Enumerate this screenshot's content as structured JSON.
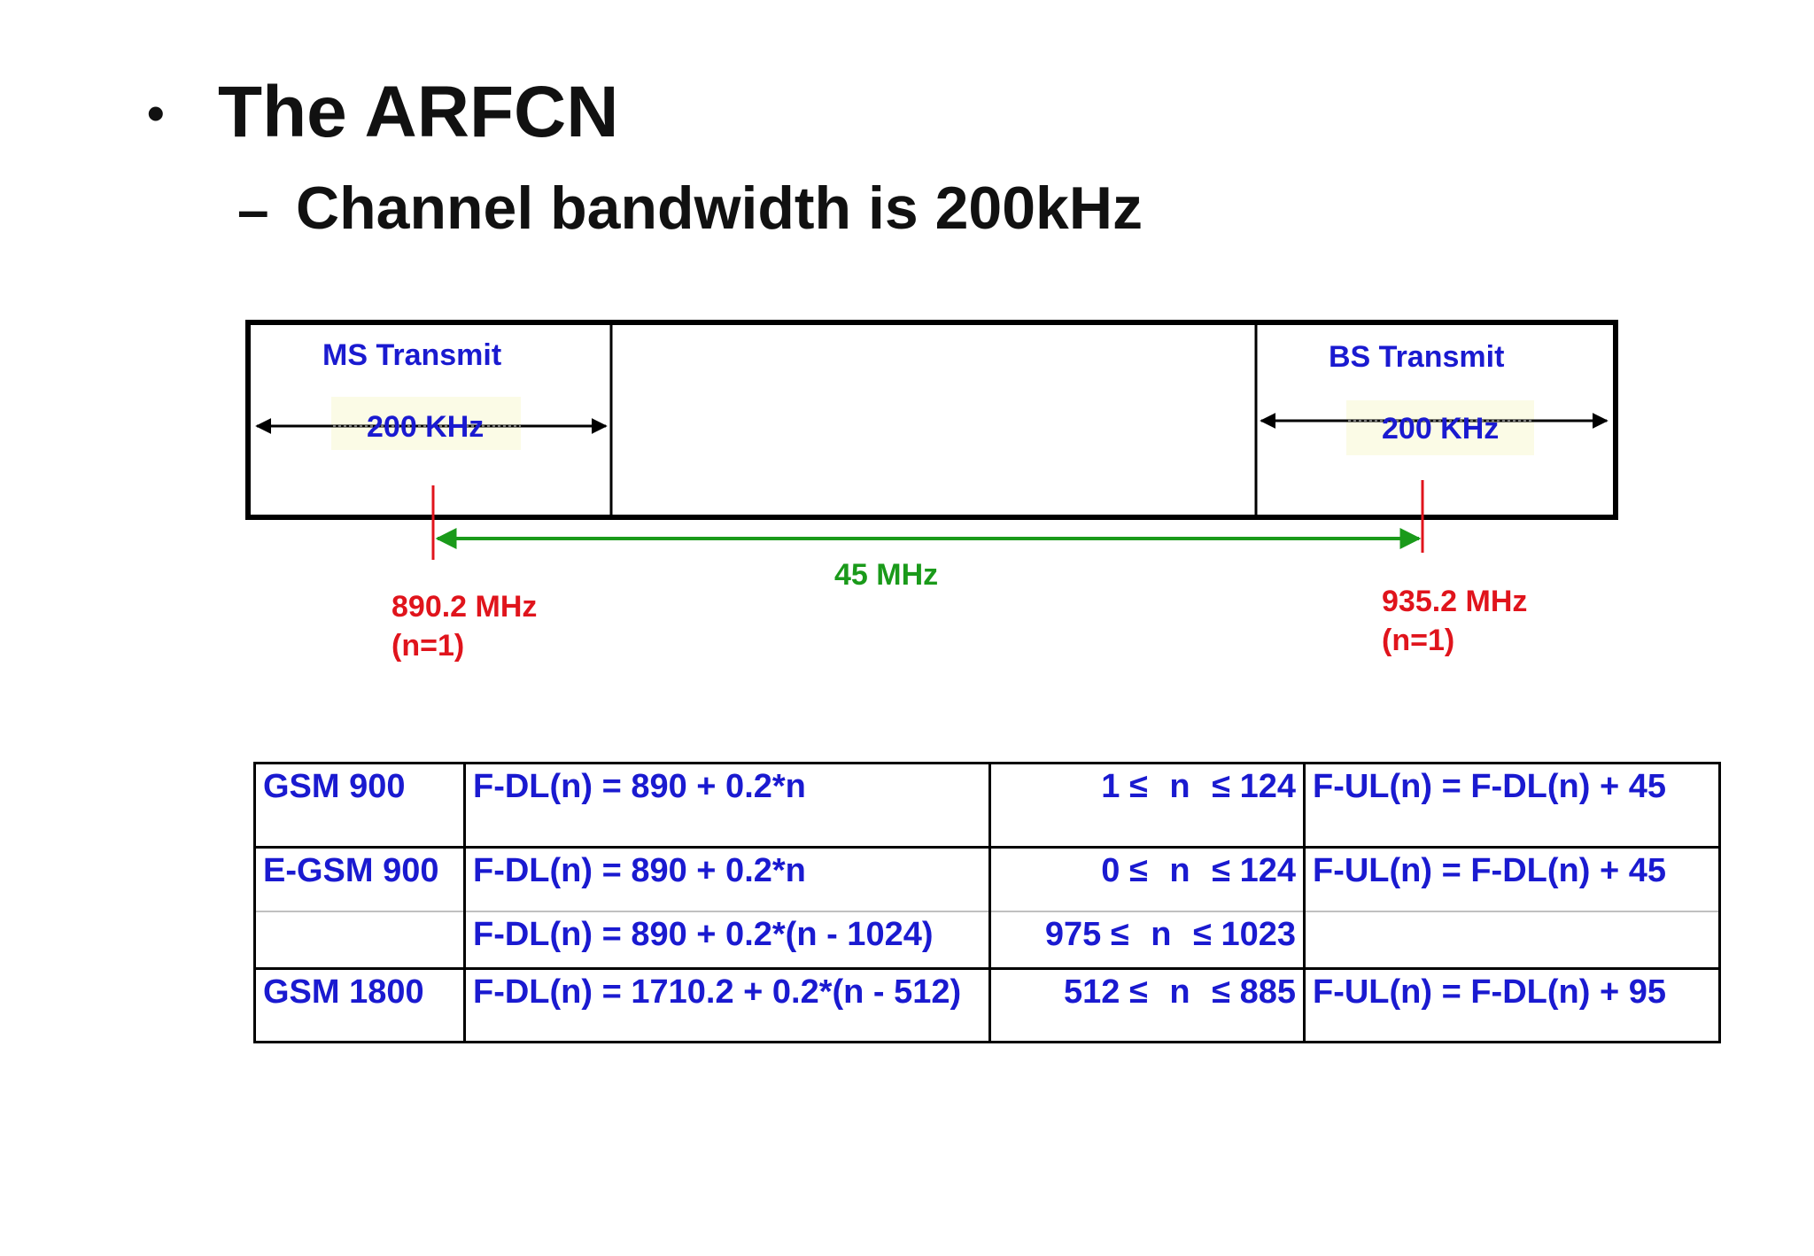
{
  "slide": {
    "bullet": "•",
    "title": "The ARFCN",
    "dash": "–",
    "subtitle": "Channel bandwidth is 200kHz"
  },
  "diagram": {
    "ms_label": "MS Transmit",
    "bs_label": "BS Transmit",
    "ms_bandwidth": "200 KHz",
    "bs_bandwidth": "200 KHz",
    "separation": "45 MHz",
    "ms_freq": "890.2 MHz",
    "ms_n": "(n=1)",
    "bs_freq": "935.2 MHz",
    "bs_n": "(n=1)",
    "colors": {
      "label_blue": "#1a1ad0",
      "freq_red": "#e0141c",
      "separation_green": "#1a9a1a",
      "highlight": "#fbfbe6"
    }
  },
  "table": {
    "rows": [
      {
        "band": "GSM 900",
        "dl": "F-DL(n) = 890 + 0.2*n",
        "lo": "1",
        "sym1": "≤",
        "n": "n",
        "sym2": "≤",
        "hi": "124",
        "ul": "F-UL(n) = F-DL(n) + 45"
      },
      {
        "band": "E-GSM 900",
        "dl": "F-DL(n) = 890 + 0.2*n",
        "lo": "0",
        "sym1": "≤",
        "n": "n",
        "sym2": "≤",
        "hi": "124",
        "ul": "F-UL(n) = F-DL(n) + 45"
      },
      {
        "band": "",
        "dl": "F-DL(n) = 890 + 0.2*(n - 1024)",
        "lo": "975",
        "sym1": "≤",
        "n": "n",
        "sym2": "≤",
        "hi": "1023",
        "ul": ""
      },
      {
        "band": "GSM 1800",
        "dl": "F-DL(n) = 1710.2 + 0.2*(n - 512)",
        "lo": "512",
        "sym1": "≤",
        "n": "n",
        "sym2": "≤",
        "hi": "885",
        "ul": "F-UL(n) = F-DL(n) + 95"
      }
    ]
  }
}
